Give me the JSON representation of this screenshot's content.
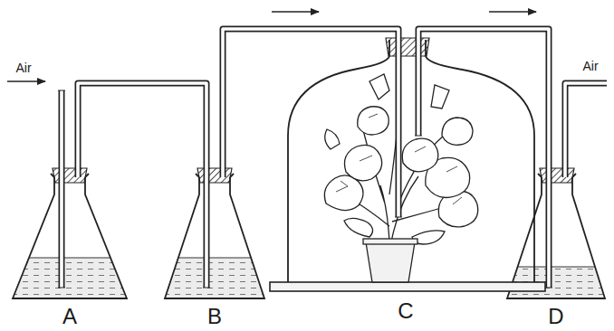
{
  "diagram": {
    "labels": [
      "Air",
      "A",
      "B",
      "C",
      "D",
      "Air"
    ]
  }
}
